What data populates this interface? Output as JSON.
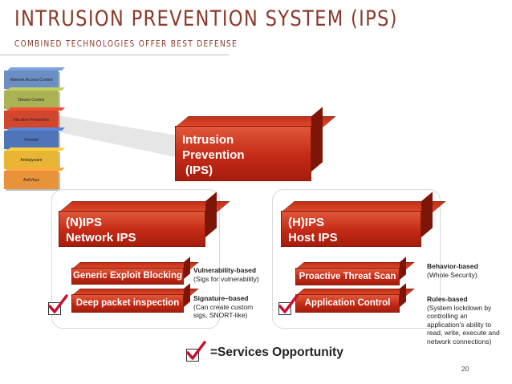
{
  "title": "INTRUSION PREVENTION SYSTEM (IPS)",
  "subtitle": "COMBINED TECHNOLOGIES OFFER BEST DEFENSE",
  "stack": [
    {
      "label": "Network Access Control",
      "color": "#6b8fc2"
    },
    {
      "label": "Device Control",
      "color": "#a9b354"
    },
    {
      "label": "Intrusion Prevention",
      "color": "#d2462e"
    },
    {
      "label": "Firewall",
      "color": "#4f74b8"
    },
    {
      "label": "Antispyware",
      "color": "#e9b534"
    },
    {
      "label": "AntiVirus",
      "color": "#e8933a"
    }
  ],
  "root": {
    "line1": "Intrusion",
    "line2": "Prevention",
    "line3": "(IPS)"
  },
  "nips": {
    "line1": "(N)IPS",
    "line2": "Network IPS"
  },
  "hips": {
    "line1": "(H)IPS",
    "line2": "Host IPS"
  },
  "nips_items": {
    "generic": "Generic Exploit Blocking",
    "deep": "Deep packet inspection"
  },
  "hips_items": {
    "proactive": "Proactive Threat Scan",
    "app": "Application Control"
  },
  "notes": {
    "vuln_title": "Vulnerability-based",
    "vuln_desc": "(Sigs for vulnerability)",
    "sig_title": "Signature–based",
    "sig_desc1": "(Can create custom",
    "sig_desc2": "sigs, SNORT-like)",
    "beh_title": "Behavior-based",
    "beh_desc": "(Whole Security)",
    "rules_title": "Rules-based",
    "rules_desc1": "(System lockdown by",
    "rules_desc2": "controlling an",
    "rules_desc3": "application's ability to",
    "rules_desc4": "read, write, execute and",
    "rules_desc5": "network connections)"
  },
  "legend": "=Services Opportunity",
  "page_number": "20",
  "colors": {
    "accent_red": "#c42a16",
    "title_color": "#8a3a2a",
    "check_mark": "#c8102e"
  }
}
